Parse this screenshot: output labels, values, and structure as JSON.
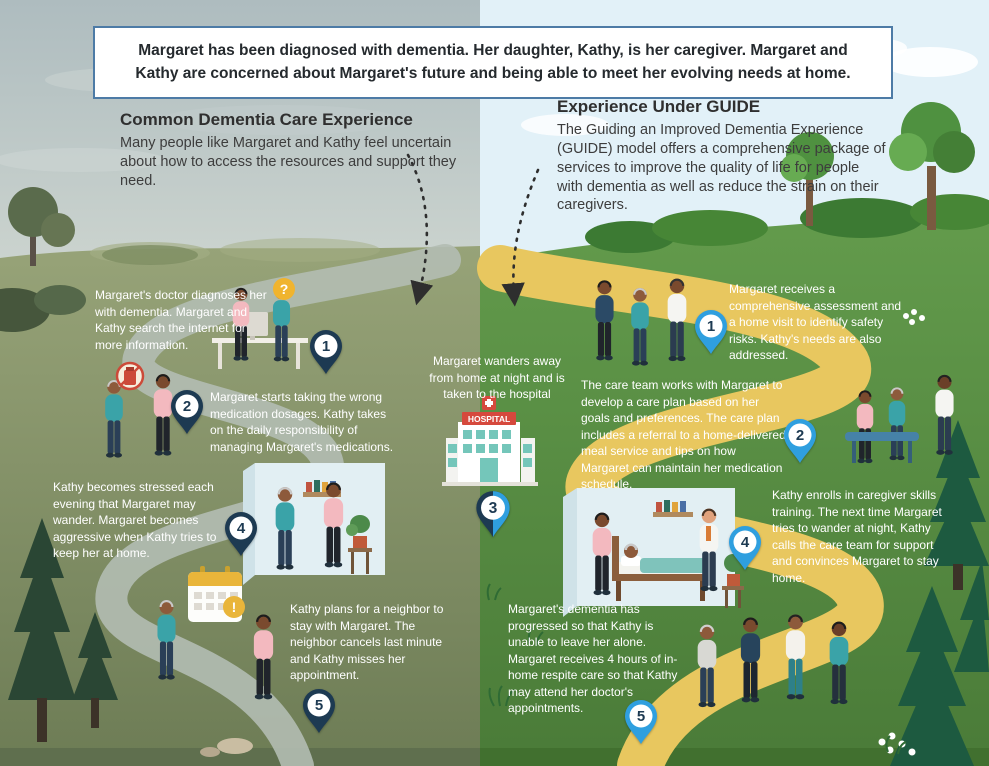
{
  "banner": {
    "text": "Margaret has been diagnosed with dementia. Her daughter, Kathy, is her caregiver.  Margaret and Kathy are concerned about Margaret's future and being able to meet her evolving needs at home."
  },
  "left": {
    "heading": "Common Dementia Care Experience",
    "subheading": "Many people like Margaret and Kathy feel uncertain about how to access the resources and support they need.",
    "steps": [
      {
        "number": "1",
        "text": "Margaret's doctor diagnoses her with dementia.  Margaret and Kathy search the internet for more information."
      },
      {
        "number": "2",
        "text": "Margaret starts taking the wrong medication dosages. Kathy takes on the daily responsibility of managing Margaret's medications."
      },
      {
        "number": "4",
        "text": "Kathy becomes stressed each evening that Margaret may wander. Margaret becomes aggressive when Kathy tries to keep her at home."
      },
      {
        "number": "5",
        "text": "Kathy plans for a neighbor to stay with Margaret. The neighbor cancels last minute and Kathy misses her appointment."
      }
    ]
  },
  "center": {
    "number": "3",
    "text": "Margaret wanders away from home at night and is taken to the hospital",
    "hospital_sign": "HOSPITAL"
  },
  "right": {
    "heading": "Experience Under GUIDE",
    "subheading": "The Guiding an Improved Dementia Experience (GUIDE) model offers a comprehensive package of services to improve the quality of life for people with dementia as well as reduce the strain on their caregivers.",
    "steps": [
      {
        "number": "1",
        "text": "Margaret receives a comprehensive assessment and a home visit to identify safety risks.  Kathy's needs are also addressed."
      },
      {
        "number": "2",
        "text": "The care team works with Margaret to develop a care plan based on her goals and preferences. The care plan includes a referral to a home-delivered meal service and tips on how Margaret can maintain her medication schedule."
      },
      {
        "number": "4",
        "text": "Kathy enrolls in caregiver skills training. The next time Margaret tries to wander at night, Kathy calls the care team for support and convinces Margaret to stay home."
      },
      {
        "number": "5",
        "text": "Margaret's dementia has progressed so that Kathy is unable to leave her alone. Margaret receives 4 hours of in-home respite care so that Kathy may attend her doctor's appointments."
      }
    ]
  },
  "icons": {
    "question": "?",
    "alert": "!"
  },
  "colors": {
    "left_pin": "#1d3a52",
    "right_pin": "#2f9fdf",
    "banner_border": "#4d7ba6",
    "hospital_red": "#d6493d",
    "left_path": "#b2bcb2",
    "right_path": "#e8c75f"
  }
}
